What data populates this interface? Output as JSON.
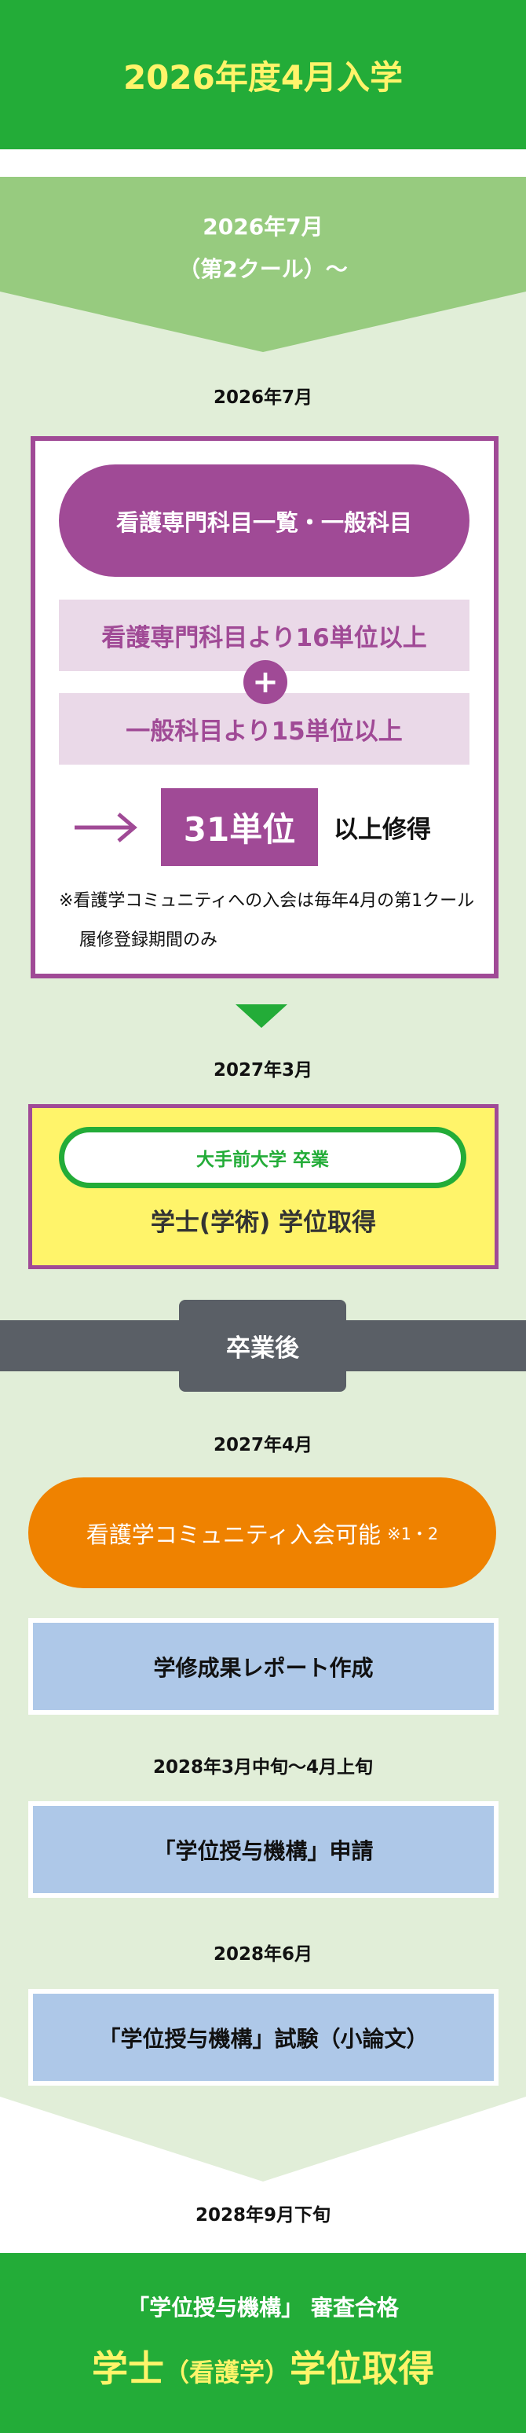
{
  "header": {
    "title": "2026年度4月入学"
  },
  "start": {
    "line1": "2026年7月",
    "line2": "（第2クール）～"
  },
  "step1": {
    "date": "2026年7月",
    "pill": "看護専門科目一覧・一般科目",
    "req1": "看護専門科目より16単位以上",
    "plus": "+",
    "req2": "一般科目より15単位以上",
    "total": "31単位",
    "total_suffix": "以上修得",
    "note": "※看護学コミュニティへの入会は毎年4月の第1クール履修登録期間のみ"
  },
  "step2": {
    "date": "2027年3月",
    "pill": "大手前大学 卒業",
    "degree": "学士(学術) 学位取得"
  },
  "after": {
    "label": "卒業後"
  },
  "step3": {
    "date": "2027年4月",
    "label": "看護学コミュニティ入会可能",
    "note": "※1・2"
  },
  "step4": {
    "label": "学修成果レポート作成"
  },
  "step5": {
    "date": "2028年3月中旬～4月上旬",
    "label": "「学位授与機構」申請"
  },
  "step6": {
    "date": "2028年6月",
    "label": "「学位授与機構」試験（小論文）"
  },
  "final": {
    "date": "2028年9月下旬",
    "line1": "「学位授与機構」 審査合格",
    "line2_a": "学士",
    "line2_b": "（看護学）",
    "line2_c": "学位取得"
  },
  "colors": {
    "green": "#23ac38",
    "yellow": "#fff46a",
    "purple": "#a04a96",
    "orange": "#ef8200",
    "blue": "#aec8e8",
    "gray": "#5a5f66"
  }
}
